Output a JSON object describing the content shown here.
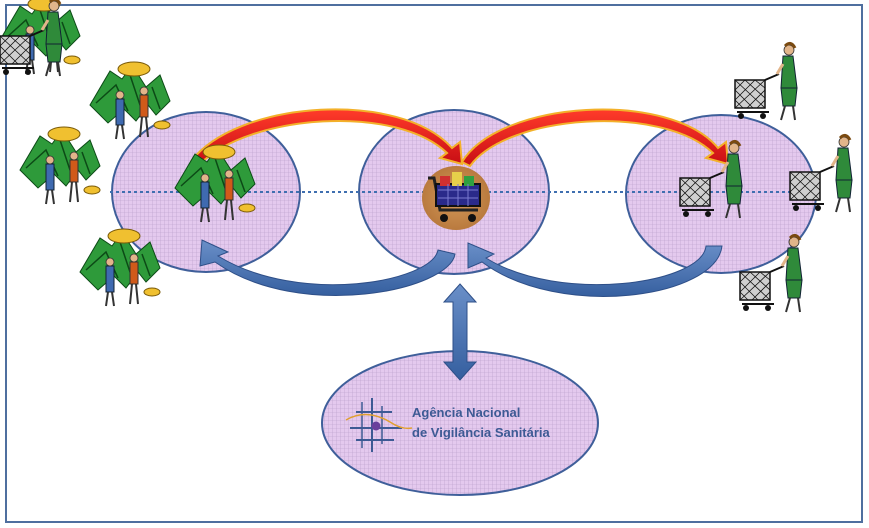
{
  "colors": {
    "frame": "#4f6f9f",
    "ellipse_fill": "#e2c6ec",
    "ellipse_stroke": "#3f5f9a",
    "dotted_line": "#3f6fb0",
    "red_arrow": "#e0141a",
    "blue_arrow": "#4a72b0",
    "logo_text": "#3d5a94",
    "logo_accent": "#6a3f9c"
  },
  "icons": {
    "farmers": "banana-farmers-clipart",
    "cart": "shopping-cart-icon",
    "shoppers": "woman-with-shopping-cart-clipart",
    "agency_logo": "anvisa-logo"
  },
  "agency": {
    "line1": "Agência Nacional",
    "line2": "de Vigilância Sanitária"
  }
}
